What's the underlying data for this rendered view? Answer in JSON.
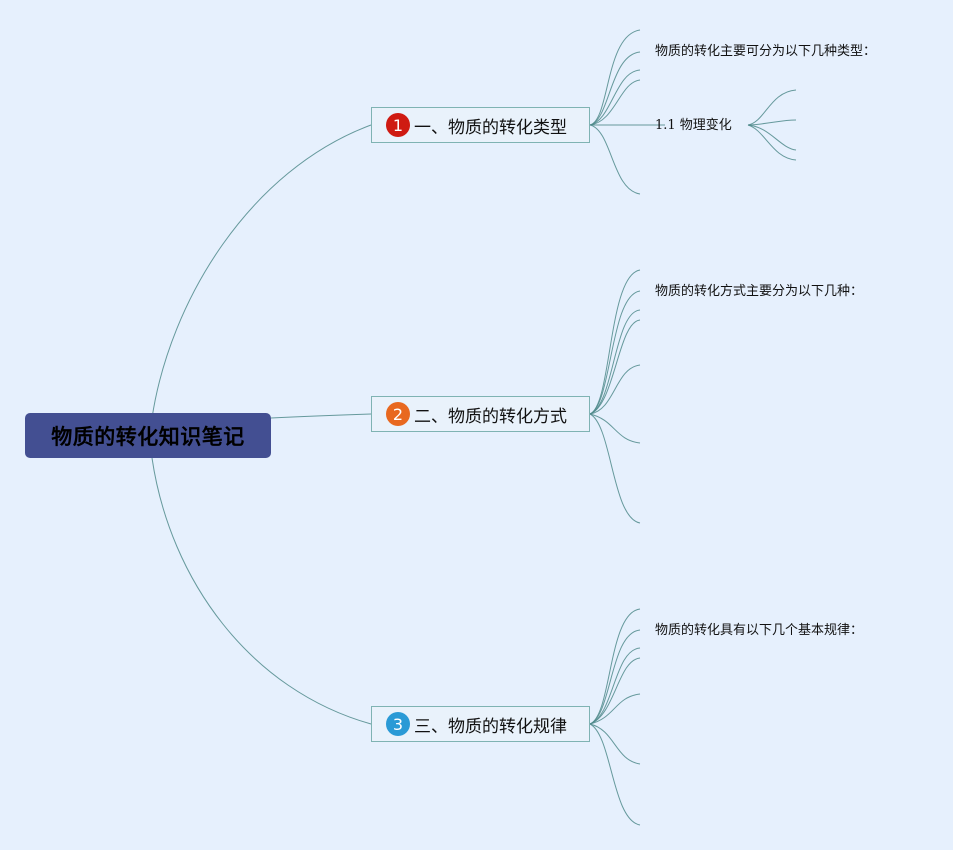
{
  "mindmap": {
    "root": {
      "label": "物质的转化知识笔记",
      "color": "#434f92"
    },
    "branches": [
      {
        "number": "1",
        "badge_color": "#cf1b12",
        "label": "一、物质的转化类型",
        "intro": "物质的转化主要可分为以下几种类型：",
        "sub": "1.1 物理变化"
      },
      {
        "number": "2",
        "badge_color": "#e8681f",
        "label": "二、物质的转化方式",
        "intro": "物质的转化方式主要分为以下几种："
      },
      {
        "number": "3",
        "badge_color": "#2a9ad6",
        "label": "三、物质的转化规律",
        "intro": "物质的转化具有以下几个基本规律："
      }
    ],
    "line_color": "#4f8a8b",
    "background": "#e6f0fd"
  }
}
